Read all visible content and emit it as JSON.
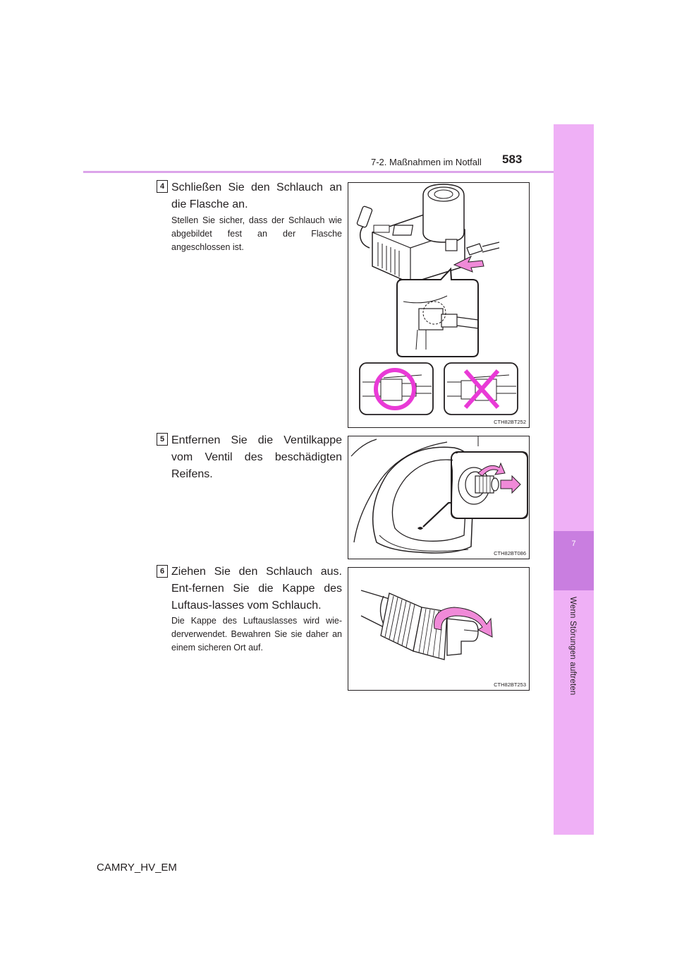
{
  "header": {
    "section": "7-2. Maßnahmen im Notfall",
    "page_number": "583"
  },
  "side_tab": {
    "chapter_number": "7",
    "chapter_title": "Wenn Störungen auftreten"
  },
  "steps": [
    {
      "number": "4",
      "title": "Schließen Sie den Schlauch an die Flasche an.",
      "note": "Stellen Sie sicher, dass der Schlauch wie abgebildet fest an der Flasche angeschlossen ist.",
      "figure_code": "CTH82BT252"
    },
    {
      "number": "5",
      "title": "Entfernen Sie die Ventilkappe vom Ventil des beschädigten Reifens.",
      "note": "",
      "figure_code": "CTH82BT086"
    },
    {
      "number": "6",
      "title": "Ziehen Sie den Schlauch aus. Ent-fernen Sie die Kappe des Luftaus-lasses vom Schlauch.",
      "note": "Die Kappe des Luftauslasses wird wie-derverwendet. Bewahren Sie sie daher an einem sicheren Ort auf.",
      "figure_code": "CTH82BT253"
    }
  ],
  "footer": {
    "model": "CAMRY_HV_EM"
  },
  "colors": {
    "accent_pink": "#efb0f6",
    "tab_dark": "#c97ee0",
    "arrow_pink": "#f08ad8",
    "marker_magenta": "#e93ad6"
  }
}
